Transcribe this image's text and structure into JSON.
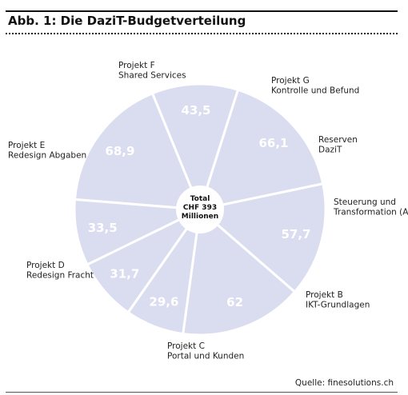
{
  "header": {
    "title": "Abb. 1: Die DaziT-Budgetverteilung"
  },
  "footer": {
    "source": "Quelle: finesolutions.ch"
  },
  "colors": {
    "slice": "#dadcef",
    "divider": "#ffffff",
    "value_text": "#ffffff",
    "label_text": "#222222"
  },
  "chart_data": {
    "type": "pie",
    "title": "",
    "center_label": [
      "Total",
      "CHF 393",
      "Millionen"
    ],
    "slices": [
      {
        "name": [
          "Projekt F",
          "Shared Services"
        ],
        "value": 62,
        "value_label": "62"
      },
      {
        "name": [
          "Projekt G",
          "Kontrolle und Befund"
        ],
        "value": 29.6,
        "value_label": "29,6"
      },
      {
        "name": [
          "Reserven",
          "DaziT"
        ],
        "value": 31.7,
        "value_label": "31,7"
      },
      {
        "name": [
          "Steuerung und",
          "Transformation (A)"
        ],
        "value": 33.5,
        "value_label": "33,5"
      },
      {
        "name": [
          "Projekt B",
          "IKT-Grundlagen"
        ],
        "value": 68.9,
        "value_label": "68,9"
      },
      {
        "name": [
          "Projekt C",
          "Portal und Kunden"
        ],
        "value": 43.5,
        "value_label": "43,5"
      },
      {
        "name": [
          "Projekt D",
          "Redesign Fracht"
        ],
        "value": 66.1,
        "value_label": "66,1"
      },
      {
        "name": [
          "Projekt E",
          "Redesign Abgaben"
        ],
        "value": 57.7,
        "value_label": "57,7"
      }
    ]
  }
}
